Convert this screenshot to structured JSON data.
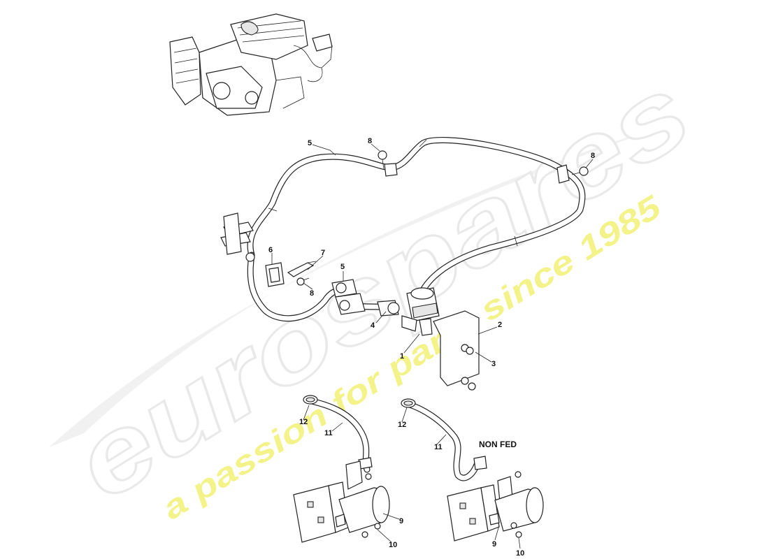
{
  "watermark": {
    "brand": "eurospares",
    "tagline": "a passion for parts since 1985",
    "brand_color": "#e9e9e9",
    "tagline_color": "#f3f38a"
  },
  "note_label": "NON FED",
  "callouts": [
    {
      "id": "c1",
      "text": "1"
    },
    {
      "id": "c2",
      "text": "2"
    },
    {
      "id": "c3",
      "text": "3"
    },
    {
      "id": "c4",
      "text": "4"
    },
    {
      "id": "c5a",
      "text": "5"
    },
    {
      "id": "c5b",
      "text": "5"
    },
    {
      "id": "c6",
      "text": "6"
    },
    {
      "id": "c7",
      "text": "7"
    },
    {
      "id": "c8a",
      "text": "8"
    },
    {
      "id": "c8b",
      "text": "8"
    },
    {
      "id": "c8c",
      "text": "8"
    },
    {
      "id": "c9a",
      "text": "9"
    },
    {
      "id": "c9b",
      "text": "9"
    },
    {
      "id": "c10a",
      "text": "10"
    },
    {
      "id": "c10b",
      "text": "10"
    },
    {
      "id": "c11a",
      "text": "11"
    },
    {
      "id": "c11b",
      "text": "11"
    },
    {
      "id": "c12a",
      "text": "12"
    },
    {
      "id": "c12b",
      "text": "12"
    }
  ],
  "icons": {
    "engine_thumbnail": "engine-overview-icon",
    "valve": "air-valve-icon",
    "pump": "air-pump-icon"
  }
}
